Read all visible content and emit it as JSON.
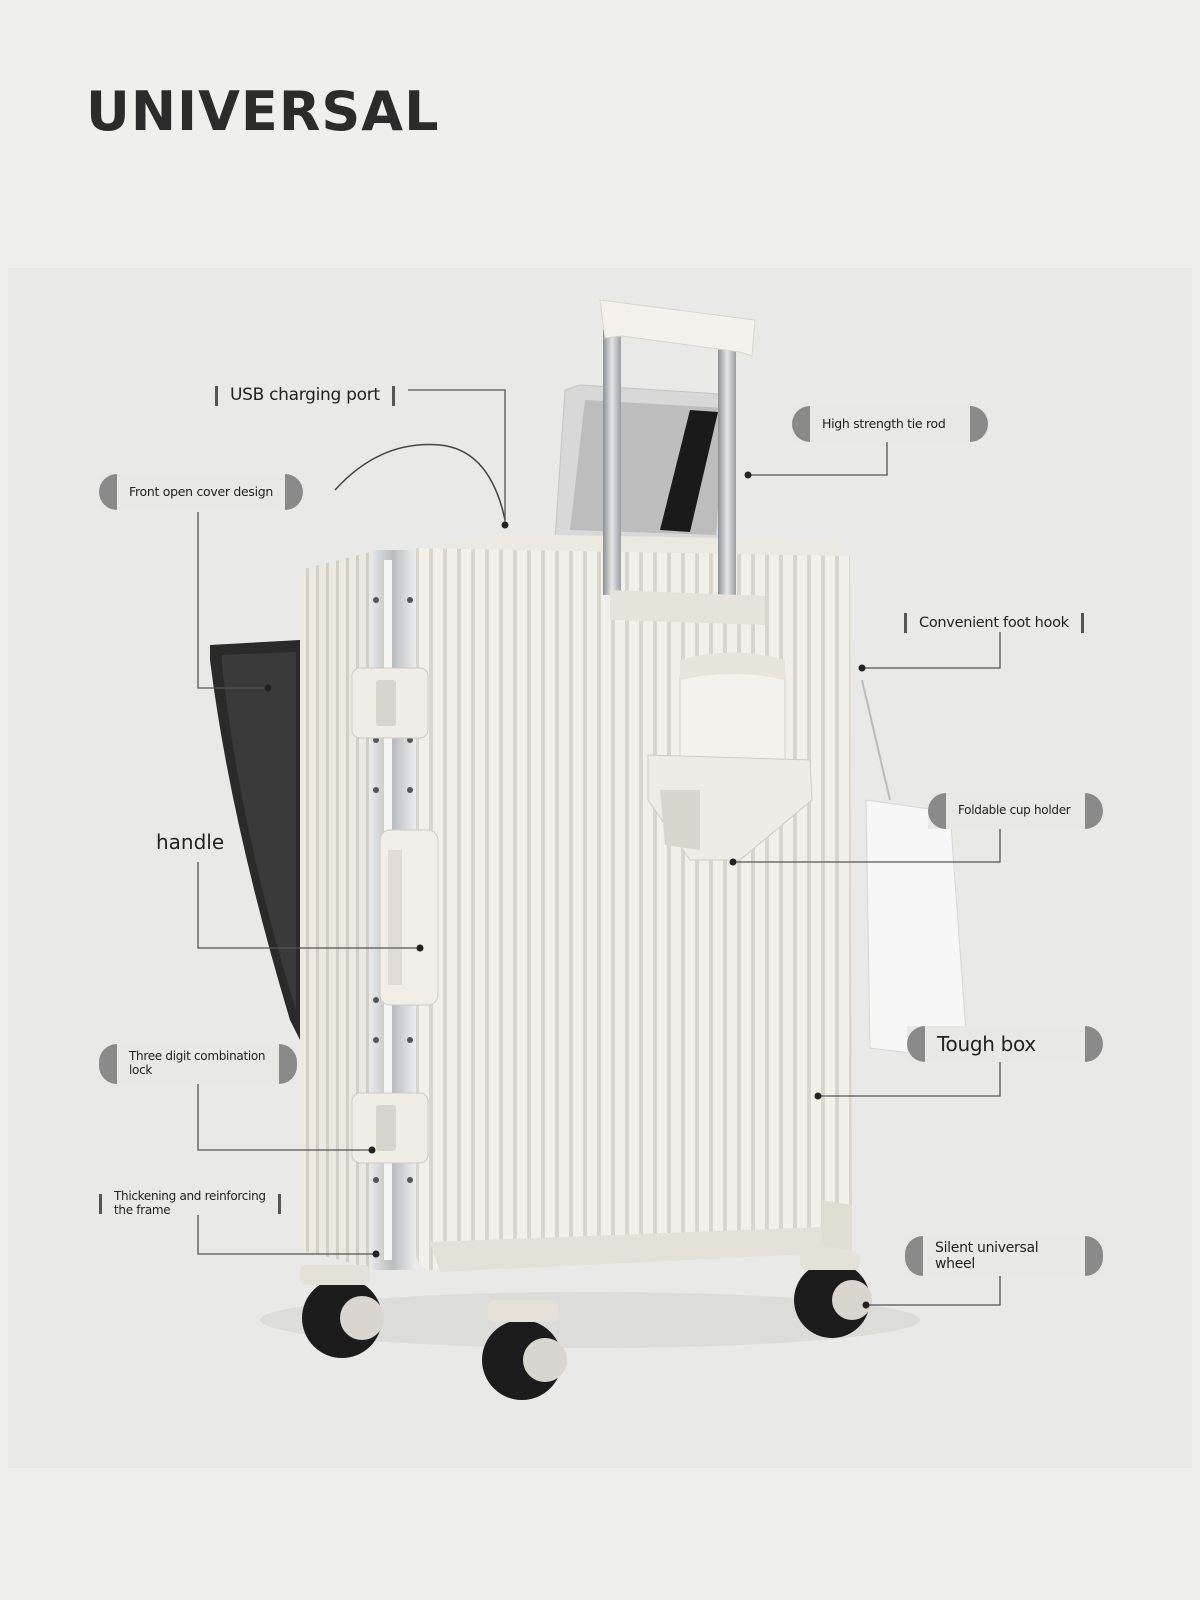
{
  "brand": "UNIVERSAL",
  "labels": {
    "usb": "USB charging port",
    "tie_rod": "High strength tie rod",
    "front_cover": "Front open cover design",
    "foot_hook": "Convenient foot hook",
    "cup_holder": "Foldable cup holder",
    "handle": "handle",
    "tough_box": "Tough box",
    "lock_line1": "Three digit combination",
    "lock_line2": "lock",
    "frame_line1": "Thickening and reinforcing",
    "frame_line2": "the frame",
    "wheel_line1": "Silent universal",
    "wheel_line2": "wheel"
  },
  "colors": {
    "shell": "#f1efe8",
    "rib_shadow": "#d6d3ca",
    "aluminum": "#c9cbcc",
    "wheel": "#1c1c1c",
    "callout_cap": "#8a8a8a",
    "leader": "#555555"
  }
}
